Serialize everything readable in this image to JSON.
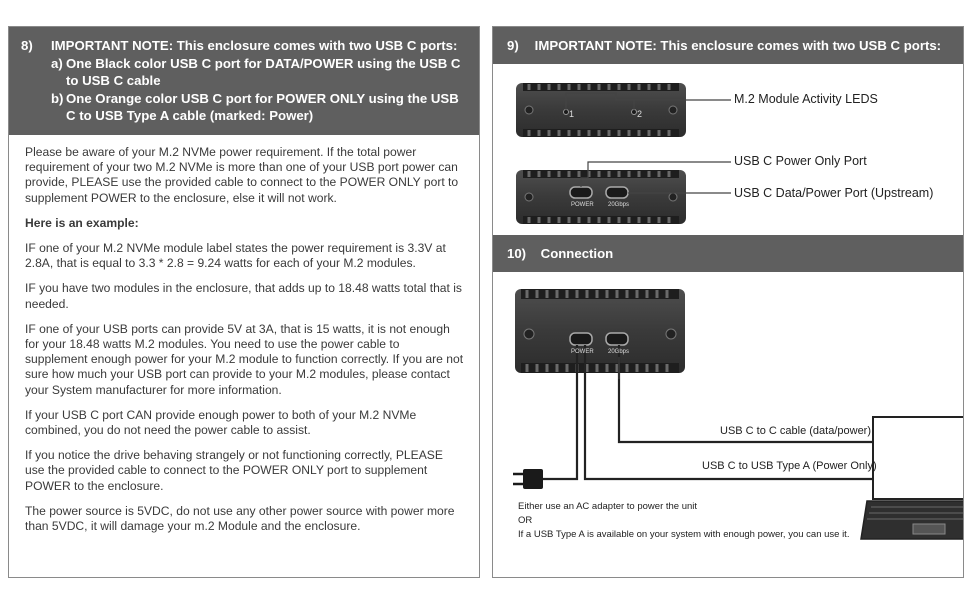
{
  "left": {
    "header": {
      "num": "8)",
      "title": "IMPORTANT NOTE:  This enclosure comes with two USB C ports:",
      "a_letter": "a)",
      "a_text": "One Black color USB C port for DATA/POWER using the USB C to USB C cable",
      "b_letter": "b)",
      "b_text": "One Orange color USB C port for POWER ONLY using the USB C to USB Type A cable (marked: Power)"
    },
    "p1": "Please be aware of your M.2 NVMe power requirement. If the total power requirement of your two M.2 NVMe is more than one of your USB port power can provide, PLEASE use the provided cable to connect to the POWER ONLY port to supplement POWER to the enclosure, else it will not work.",
    "example_heading": "Here is an example:",
    "p2": "IF one of your M.2 NVMe module label states the power requirement is 3.3V at 2.8A, that is equal to 3.3 * 2.8 = 9.24 watts for each of your M.2 modules.",
    "p3": "IF you have two modules in the enclosure, that adds up to 18.48 watts total that is needed.",
    "p4": "IF one of your USB ports can provide 5V at 3A, that is 15 watts, it is not enough for your 18.48 watts M.2 modules. You need to use the power cable to supplement enough power for your M.2 module to function correctly. If you are not sure how much your USB port can provide to your M.2 modules, please contact your System manufacturer for more information.",
    "p5": "If your USB C port CAN provide enough power to both of your M.2 NVMe combined, you do not need the power cable to assist.",
    "p6": "If you notice the drive behaving strangely or not functioning correctly, PLEASE use the provided cable to connect to the POWER ONLY port to supplement POWER to the enclosure.",
    "p7": "The power source is 5VDC, do not use any other power source with power more than 5VDC, it will damage your m.2 Module and the enclosure."
  },
  "right": {
    "h9_num": "9)",
    "h9_title": "IMPORTANT NOTE:  This enclosure comes with two USB C ports:",
    "led_label": "M.2 Module Activity LEDS",
    "led1": "1",
    "led2": "2",
    "power_only_label": "USB C Power Only Port",
    "data_power_label": "USB C Data/Power Port (Upstream)",
    "port_power": "POWER",
    "port_data": "20Gbps",
    "h10_num": "10)",
    "h10_title": "Connection",
    "cable_c": "USB C to C cable (data/power)",
    "cable_a": "USB C to USB Type A (Power Only)",
    "note1": "Either use an AC adapter to power the unit",
    "note2": "OR",
    "note3": "If a USB Type A is available on your system with enough power, you can use it."
  }
}
